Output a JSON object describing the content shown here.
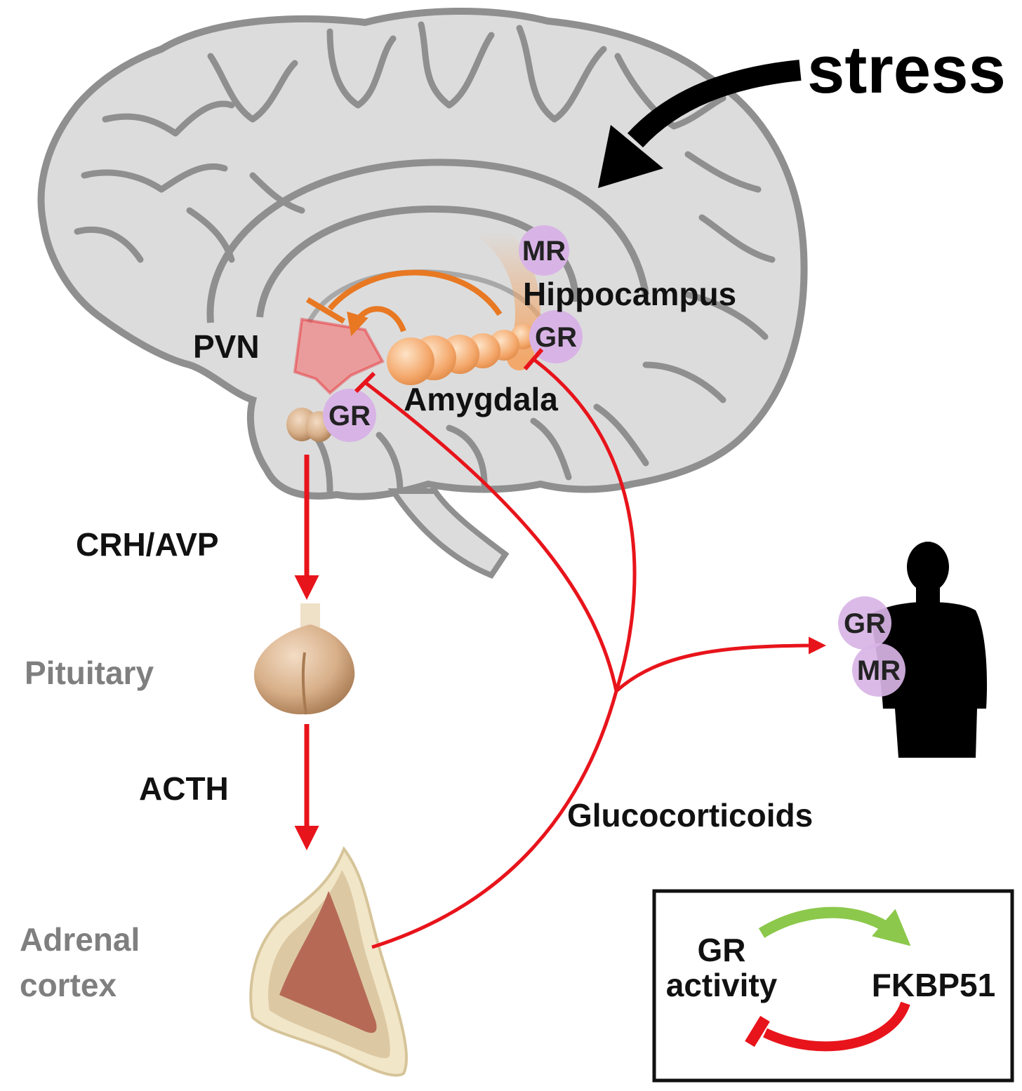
{
  "labels": {
    "stress": "stress",
    "hippocampus": "Hippocampus",
    "pvn": "PVN",
    "amygdala": "Amygdala",
    "crh_avp": "CRH/AVP",
    "pituitary": "Pituitary",
    "acth": "ACTH",
    "adrenal_line1": "Adrenal",
    "adrenal_line2": "cortex",
    "glucocorticoids": "Glucocorticoids"
  },
  "receptors": {
    "hippocampus_mr": "MR",
    "hippocampus_gr": "GR",
    "pvn_gr": "GR",
    "body_gr": "GR",
    "body_mr": "MR"
  },
  "inset": {
    "gr_line1": "GR",
    "gr_line2": "activity",
    "fkbp51": "FKBP51"
  },
  "colors": {
    "brain_fill": "#dcdcdc",
    "brain_outline": "#8f8f8f",
    "hpa_arrow": "#e8141b",
    "limbic_arrow": "#e87822",
    "receptor_circle": "#d8b4e6",
    "activation_arrow": "#8cc84b",
    "inhibition_arrow": "#e8141b"
  }
}
